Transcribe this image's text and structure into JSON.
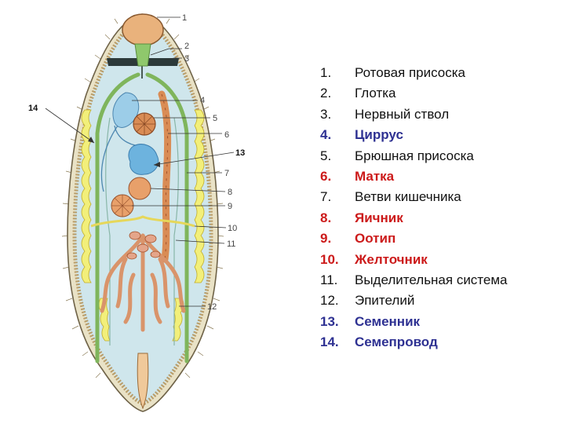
{
  "diagram": {
    "labels": {
      "l1": "1",
      "l2": "2",
      "l3": "3",
      "l4": "4",
      "l5": "5",
      "l6": "6",
      "l7": "7",
      "l8": "8",
      "l9": "9",
      "l10": "10",
      "l11": "11",
      "l12": "12",
      "l13": "13",
      "l14": "14"
    }
  },
  "legend": [
    {
      "num": "1.",
      "text": "Ротовая присоска",
      "color": "#111111"
    },
    {
      "num": "2.",
      "text": "Глотка",
      "color": "#111111"
    },
    {
      "num": "3.",
      "text": "Нервный ствол",
      "color": "#111111"
    },
    {
      "num": "4.",
      "text": "Циррус",
      "color": "#2e3192"
    },
    {
      "num": "5.",
      "text": "Брюшная присоска",
      "color": "#111111"
    },
    {
      "num": "6.",
      "text": "Матка",
      "color": "#cc1a1a"
    },
    {
      "num": "7.",
      "text": "Ветви кишечника",
      "color": "#111111"
    },
    {
      "num": "8.",
      "text": "Яичник",
      "color": "#cc1a1a"
    },
    {
      "num": "9.",
      "text": "Оотип",
      "color": "#cc1a1a"
    },
    {
      "num": "10.",
      "text": "Желточник",
      "color": "#cc1a1a"
    },
    {
      "num": "11.",
      "text": "Выделительная система",
      "color": "#111111"
    },
    {
      "num": "12.",
      "text": "Эпителий",
      "color": "#111111"
    },
    {
      "num": "13.",
      "text": "Семенник",
      "color": "#2e3192"
    },
    {
      "num": "14.",
      "text": "Семепровод",
      "color": "#2e3192"
    }
  ]
}
